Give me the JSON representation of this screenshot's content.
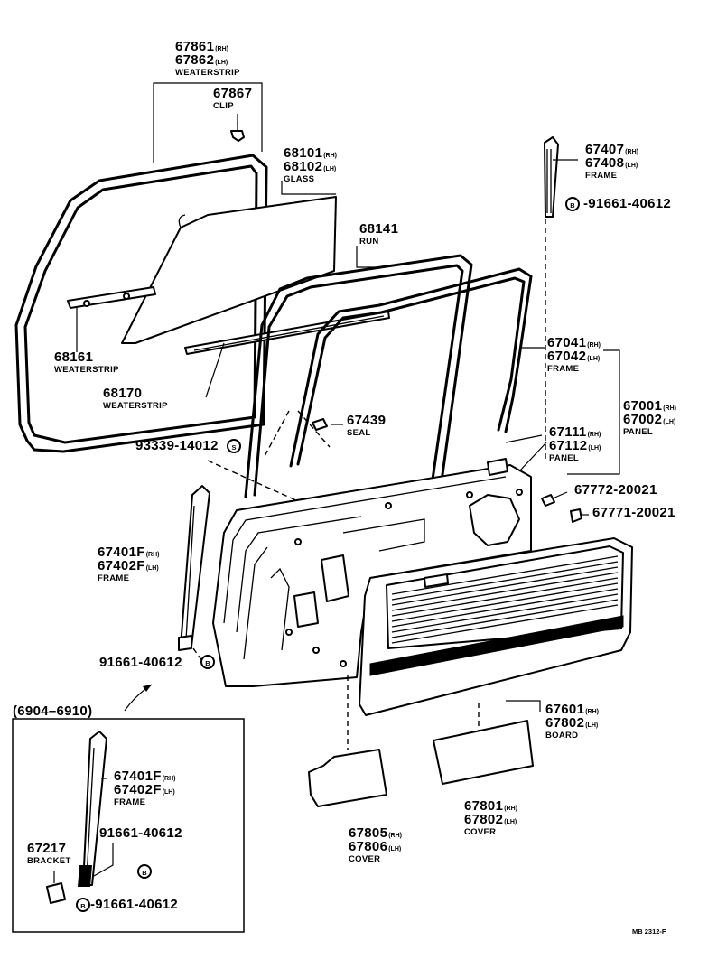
{
  "diagram": {
    "reference": "MB 2312-F",
    "inset_range": "(6904–6910)",
    "callouts": [
      {
        "id": "c67861",
        "lines": [
          {
            "num": "67861",
            "sfx": "(RH)"
          },
          {
            "num": "67862",
            "sfx": "(LH)"
          }
        ],
        "name": "WEATERSTRIP"
      },
      {
        "id": "c67867",
        "lines": [
          {
            "num": "67867",
            "sfx": ""
          }
        ],
        "name": "CLIP"
      },
      {
        "id": "c68101",
        "lines": [
          {
            "num": "68101",
            "sfx": "(RH)"
          },
          {
            "num": "68102",
            "sfx": "(LH)"
          }
        ],
        "name": "GLASS"
      },
      {
        "id": "c68141",
        "lines": [
          {
            "num": "68141",
            "sfx": ""
          }
        ],
        "name": "RUN"
      },
      {
        "id": "c67407",
        "lines": [
          {
            "num": "67407",
            "sfx": "(RH)"
          },
          {
            "num": "67408",
            "sfx": "(LH)"
          }
        ],
        "name": "FRAME"
      },
      {
        "id": "c91661a",
        "lines": [
          {
            "num": "-91661-40612",
            "sfx": ""
          }
        ],
        "name": ""
      },
      {
        "id": "c68161",
        "lines": [
          {
            "num": "68161",
            "sfx": ""
          }
        ],
        "name": "WEATERSTRIP"
      },
      {
        "id": "c68170",
        "lines": [
          {
            "num": "68170",
            "sfx": ""
          }
        ],
        "name": "WEATERSTRIP"
      },
      {
        "id": "c67041",
        "lines": [
          {
            "num": "67041",
            "sfx": "(RH)"
          },
          {
            "num": "67042",
            "sfx": "(LH)"
          }
        ],
        "name": "FRAME"
      },
      {
        "id": "c67001",
        "lines": [
          {
            "num": "67001",
            "sfx": "(RH)"
          },
          {
            "num": "67002",
            "sfx": "(LH)"
          }
        ],
        "name": "PANEL"
      },
      {
        "id": "c67439",
        "lines": [
          {
            "num": "67439",
            "sfx": ""
          }
        ],
        "name": "SEAL"
      },
      {
        "id": "c93339",
        "lines": [
          {
            "num": "93339-14012",
            "sfx": ""
          }
        ],
        "name": ""
      },
      {
        "id": "c67111",
        "lines": [
          {
            "num": "67111",
            "sfx": "(RH)"
          },
          {
            "num": "67112",
            "sfx": "(LH)"
          }
        ],
        "name": "PANEL"
      },
      {
        "id": "c67772",
        "lines": [
          {
            "num": "67772-20021",
            "sfx": ""
          }
        ],
        "name": ""
      },
      {
        "id": "c67771",
        "lines": [
          {
            "num": "67771-20021",
            "sfx": ""
          }
        ],
        "name": ""
      },
      {
        "id": "c67401",
        "lines": [
          {
            "num": "67401F",
            "sfx": "(RH)"
          },
          {
            "num": "67402F",
            "sfx": "(LH)"
          }
        ],
        "name": "FRAME"
      },
      {
        "id": "c91661b",
        "lines": [
          {
            "num": "91661-40612",
            "sfx": ""
          }
        ],
        "name": ""
      },
      {
        "id": "c67601",
        "lines": [
          {
            "num": "67601",
            "sfx": "(RH)"
          },
          {
            "num": "67802",
            "sfx": "(LH)"
          }
        ],
        "name": "BOARD"
      },
      {
        "id": "c67401i",
        "lines": [
          {
            "num": "67401F",
            "sfx": "(RH)"
          },
          {
            "num": "67402F",
            "sfx": "(LH)"
          }
        ],
        "name": "FRAME"
      },
      {
        "id": "c91661c",
        "lines": [
          {
            "num": "91661-40612",
            "sfx": ""
          }
        ],
        "name": ""
      },
      {
        "id": "c67217",
        "lines": [
          {
            "num": "67217",
            "sfx": ""
          }
        ],
        "name": "BRACKET"
      },
      {
        "id": "c91661d",
        "lines": [
          {
            "num": "-91661-40612",
            "sfx": ""
          }
        ],
        "name": ""
      },
      {
        "id": "c67805",
        "lines": [
          {
            "num": "67805",
            "sfx": "(RH)"
          },
          {
            "num": "67806",
            "sfx": "(LH)"
          }
        ],
        "name": "COVER"
      },
      {
        "id": "c67801",
        "lines": [
          {
            "num": "67801",
            "sfx": "(RH)"
          },
          {
            "num": "67802",
            "sfx": "(LH)"
          }
        ],
        "name": "COVER"
      }
    ],
    "symbols": {
      "bolt": "B",
      "screw": "S"
    }
  }
}
